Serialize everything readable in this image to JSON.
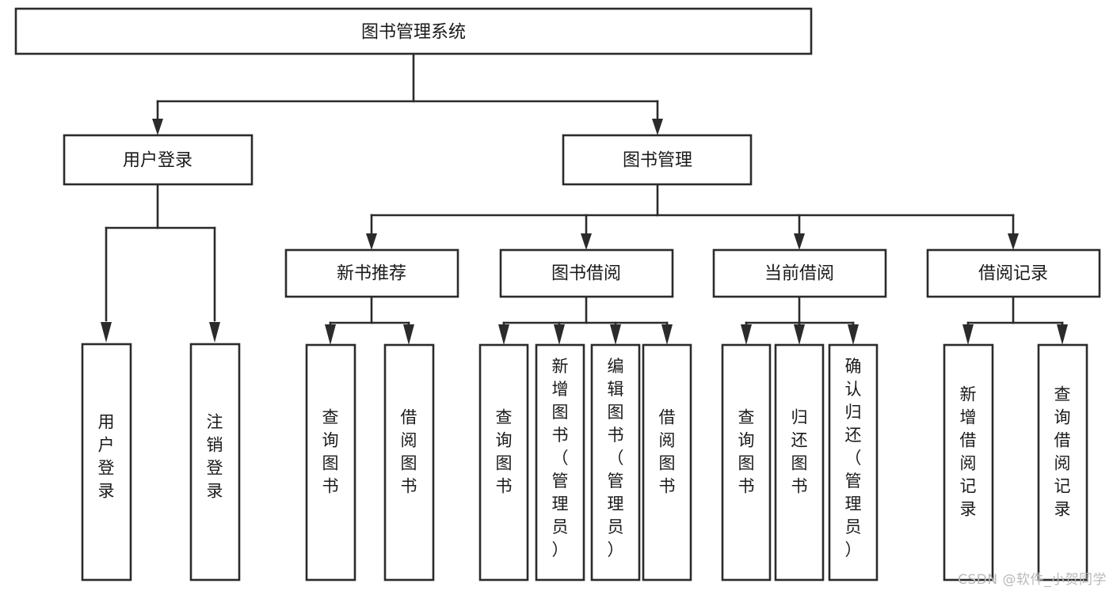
{
  "diagram": {
    "type": "tree-hierarchy-flowchart",
    "title": "图书管理系统",
    "watermark": "CSDN @软件_小贺同学",
    "colors": {
      "stroke": "#2b2b2b",
      "box_fill": "#ffffff",
      "text": "#1a1a1a",
      "background": "#ffffff",
      "watermark": "#b9b9b9"
    },
    "levels": {
      "root": {
        "label": "图书管理系统"
      },
      "level2": [
        {
          "id": "user-login",
          "label": "用户登录"
        },
        {
          "id": "book-management",
          "label": "图书管理"
        }
      ],
      "level3": [
        {
          "id": "new-book-recommend",
          "label": "新书推荐",
          "parent": "book-management"
        },
        {
          "id": "book-borrow",
          "label": "图书借阅",
          "parent": "book-management"
        },
        {
          "id": "current-borrow",
          "label": "当前借阅",
          "parent": "book-management"
        },
        {
          "id": "borrow-record",
          "label": "借阅记录",
          "parent": "book-management"
        }
      ],
      "leaves": [
        {
          "id": "leaf-user-login",
          "label": "用户登录",
          "parent": "user-login"
        },
        {
          "id": "leaf-logout",
          "label": "注销登录",
          "parent": "user-login"
        },
        {
          "id": "leaf-query-book-1",
          "label": "查询图书",
          "parent": "new-book-recommend"
        },
        {
          "id": "leaf-borrow-book-1",
          "label": "借阅图书",
          "parent": "new-book-recommend"
        },
        {
          "id": "leaf-query-book-2",
          "label": "查询图书",
          "parent": "book-borrow"
        },
        {
          "id": "leaf-add-book",
          "label": "新增图书（管理员）",
          "parent": "book-borrow"
        },
        {
          "id": "leaf-edit-book",
          "label": "编辑图书（管理员）",
          "parent": "book-borrow"
        },
        {
          "id": "leaf-borrow-book-2",
          "label": "借阅图书",
          "parent": "book-borrow"
        },
        {
          "id": "leaf-query-book-3",
          "label": "查询图书",
          "parent": "current-borrow"
        },
        {
          "id": "leaf-return-book",
          "label": "归还图书",
          "parent": "current-borrow"
        },
        {
          "id": "leaf-confirm-return",
          "label": "确认归还（管理员）",
          "parent": "current-borrow"
        },
        {
          "id": "leaf-add-record",
          "label": "新增借阅记录",
          "parent": "borrow-record"
        },
        {
          "id": "leaf-query-record",
          "label": "查询借阅记录",
          "parent": "borrow-record"
        }
      ]
    }
  }
}
